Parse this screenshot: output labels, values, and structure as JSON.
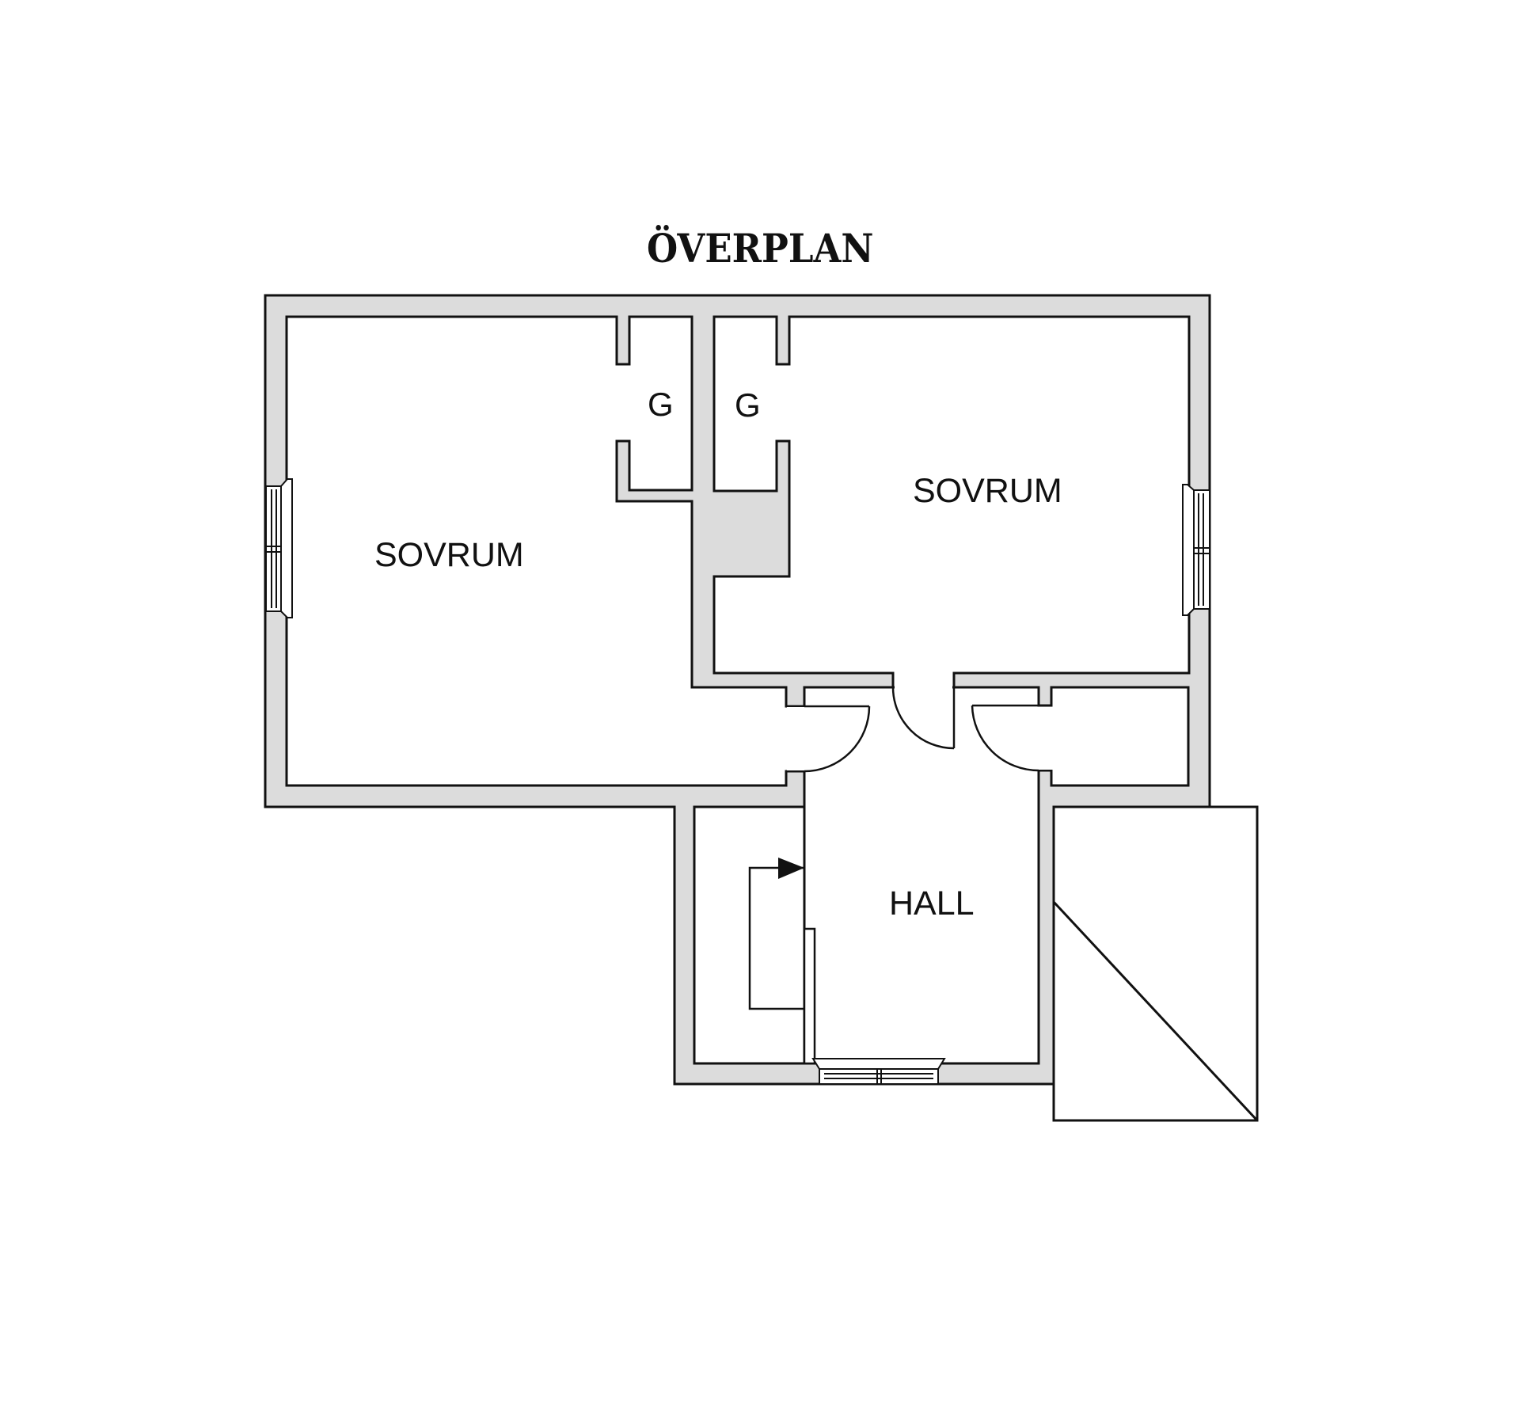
{
  "title": "ÖVERPLAN",
  "rooms": {
    "bedroom_left": {
      "label": "SOVRUM"
    },
    "bedroom_right": {
      "label": "SOVRUM"
    },
    "closet_left": {
      "label": "G"
    },
    "closet_right": {
      "label": "G"
    },
    "hall": {
      "label": "HALL"
    }
  },
  "colors": {
    "wall_fill": "#dcdcdc",
    "line": "#111111",
    "background": "#ffffff"
  }
}
